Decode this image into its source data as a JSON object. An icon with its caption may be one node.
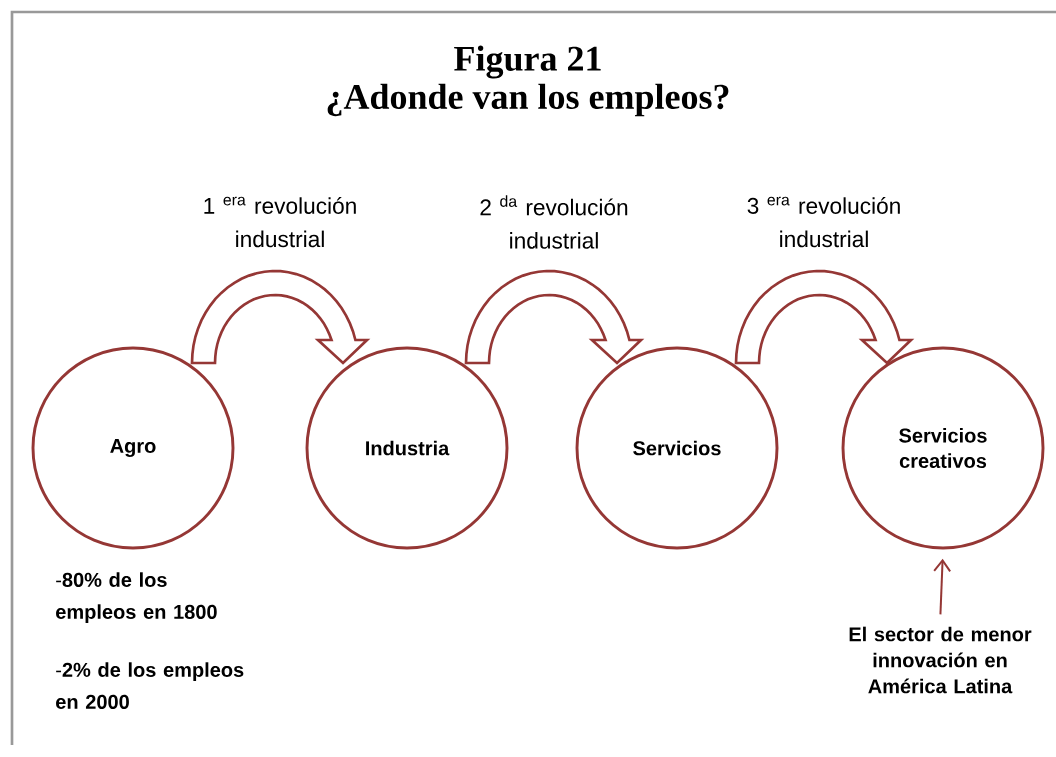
{
  "diagram": {
    "title": "Figura 21",
    "caption": "¿Adonde van los empleos?",
    "nodes": [
      {
        "text": [
          "Agro"
        ],
        "beside": [
          "-**80% de los empleos en 1800**",
          "-**2% de los empleos en 2000**"
        ]
      },
      {
        "text": [
          "Industria"
        ]
      },
      {
        "text": [
          "Servicios"
        ]
      },
      {
        "text": [
          "Servicios creativos"
        ]
      },
      {
        "text": [
          "El sector de menor innovación en América Latina"
        ]
      }
    ],
    "edges": [
      {
        "from": 0,
        "to": 1,
        "arrow": "to",
        "label": "1 $^{era}$ revolución industrial"
      },
      {
        "from": 1,
        "to": 2,
        "arrow": "to",
        "label": "2 $^{da}$ revolución industrial"
      },
      {
        "from": 2,
        "to": 3,
        "arrow": "to",
        "label": "3 $^{era}$ revolución industrial"
      },
      {
        "from": 4,
        "to": 3,
        "arrow": "to"
      }
    ]
  }
}
